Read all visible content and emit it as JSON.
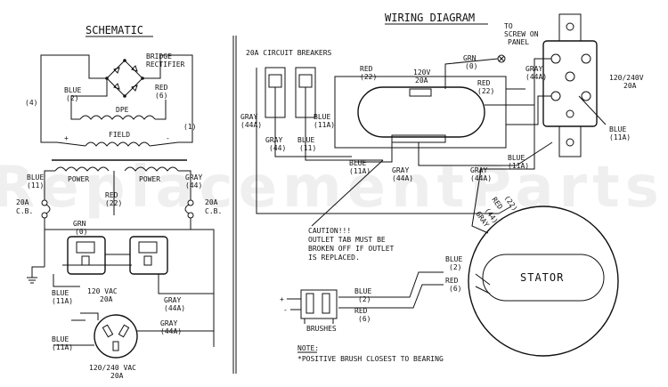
{
  "schematic": {
    "title": "SCHEMATIC",
    "bridge_rectifier": "BRIDGE",
    "bridge_rectifier_2": "RECTIFIER",
    "dpe": "DPE",
    "field": "FIELD",
    "power_left": "POWER",
    "power_right": "POWER",
    "wire_4": "(4)",
    "wire_1": "(1)",
    "blue_2": "BLUE",
    "blue_2_num": "(2)",
    "red_6": "RED",
    "red_6_num": "(6)",
    "blue_11": "BLUE",
    "blue_11_num": "(11)",
    "gray_44": "GRAY",
    "gray_44_num": "(44)",
    "red_22": "RED",
    "red_22_num": "(22)",
    "cb_left": "20A",
    "cb_left_2": "C.B.",
    "cb_right": "20A",
    "cb_right_2": "C.B.",
    "grn_0": "GRN",
    "grn_0_num": "(0)",
    "outlet_120": "120 VAC",
    "outlet_120_amp": "20A",
    "blue_11a_1": "BLUE",
    "blue_11a_1_num": "(11A)",
    "gray_44a_1": "GRAY",
    "gray_44a_1_num": "(44A)",
    "blue_11a_2": "BLUE",
    "blue_11a_2_num": "(11A)",
    "gray_44a_2": "GRAY",
    "gray_44a_2_num": "(44A)",
    "outlet_240": "120/240 VAC",
    "outlet_240_amp": "20A"
  },
  "wiring": {
    "title": "WIRING DIAGRAM",
    "screw_note_1": "TO",
    "screw_note_2": "SCREW ON",
    "screw_note_3": "PANEL",
    "breakers": "20A CIRCUIT BREAKERS",
    "grn_0": "GRN",
    "grn_0_num": "(0)",
    "red_22_a": "RED",
    "red_22_a_num": "(22)",
    "outlet_120": "120V",
    "outlet_120_amp": "20A",
    "red_22_b": "RED",
    "red_22_b_num": "(22)",
    "gray_44a_top": "GRAY",
    "gray_44a_top_num": "(44A)",
    "outlet_240": "120/240V",
    "outlet_240_amp": "20A",
    "gray_44a_left": "GRAY",
    "gray_44a_left_num": "(44A)",
    "blue_11a_left": "BLUE",
    "blue_11a_left_num": "(11A)",
    "gray_44": "GRAY",
    "gray_44_num": "(44)",
    "blue_11": "BLUE",
    "blue_11_num": "(11)",
    "blue_11a_mid": "BLUE",
    "blue_11a_mid_num": "(11A)",
    "gray_44a_mid": "GRAY",
    "gray_44a_mid_num": "(44A)",
    "gray_44a_right": "GRAY",
    "gray_44a_right_num": "(44A)",
    "blue_11a_right": "BLUE",
    "blue_11a_right_num": "(11A)",
    "blue_11a_far": "BLUE",
    "blue_11a_far_num": "(11A)",
    "caution_1": "CAUTION!!!",
    "caution_2": "OUTLET TAB MUST BE",
    "caution_3": "BROKEN OFF IF OUTLET",
    "caution_4": "IS REPLACED.",
    "red_22_st": "RED",
    "red_22_st_num": "(22)",
    "gray_44_st": "GRAY",
    "gray_44_st_num": "(44)",
    "blue_2_st": "BLUE",
    "blue_2_st_num": "(2)",
    "red_6_st": "RED",
    "red_6_st_num": "(6)",
    "blue_2_br": "BLUE",
    "blue_2_br_num": "(2)",
    "red_6_br": "RED",
    "red_6_br_num": "(6)",
    "stator": "STATOR",
    "brushes": "BRUSHES",
    "note_title": "NOTE:",
    "note_text": "*POSITIVE BRUSH CLOSEST TO BEARING",
    "plus": "+",
    "minus": "-"
  },
  "watermark": "ReplacementParts.c"
}
